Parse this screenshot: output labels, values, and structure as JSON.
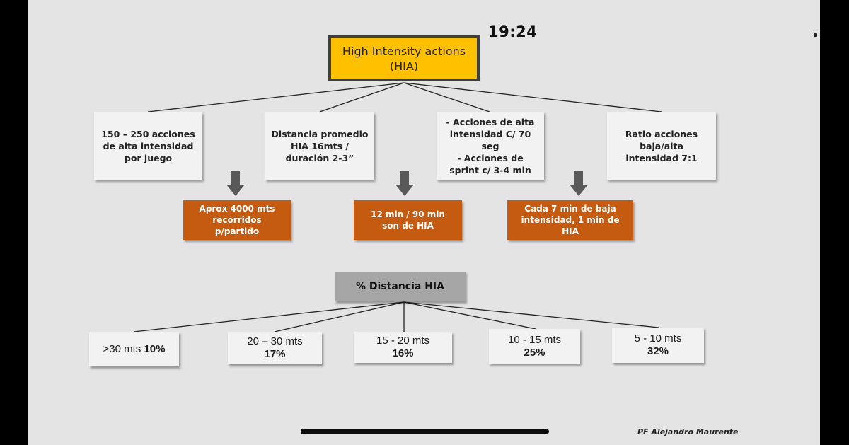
{
  "status_bar": {
    "time": "19:24"
  },
  "root": {
    "line1": "High Intensity actions",
    "line2": "(HIA)"
  },
  "facts": [
    "150 – 250 acciones\nde alta intensidad\npor juego",
    "Distancia promedio\nHIA 16mts /\nduración 2-3”",
    "- Acciones de alta\nintensidad C/ 70\nseg\n- Acciones de\nsprint c/ 3-4 min",
    "Ratio acciones\nbaja/alta\nintensidad 7:1"
  ],
  "results": [
    "Aprox 4000 mts\nrecorridos\np/partido",
    "12 min / 90 min\nson de HIA",
    "Cada 7 min de baja\nintensidad, 1 min de\nHIA"
  ],
  "distance_header": "% Distancia HIA",
  "distance_bins": [
    {
      "range": ">30 mts",
      "pct": "10%"
    },
    {
      "range": "20 – 30 mts",
      "pct": "17%"
    },
    {
      "range": "15 - 20 mts",
      "pct": "16%"
    },
    {
      "range": "10 - 15 mts",
      "pct": "25%"
    },
    {
      "range": "5 - 10 mts",
      "pct": "32%"
    }
  ],
  "footer": {
    "author": "PF Alejandro Maurente"
  },
  "colors": {
    "root_fill": "#ffc000",
    "result_fill": "#c55a11",
    "header_fill": "#a6a6a6",
    "box_fill": "#f2f2f2",
    "background": "#e4e4e4"
  }
}
